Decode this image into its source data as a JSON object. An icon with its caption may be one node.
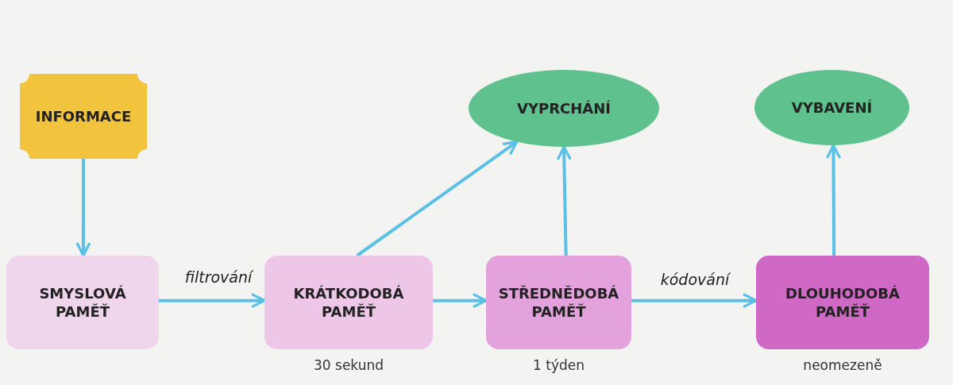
{
  "diagram": {
    "nodes": [
      {
        "text": [
          "INFORMACE"
        ]
      },
      {
        "text": [
          "SMYSLOVÁ PAMĚŤ"
        ]
      },
      {
        "text": [
          "KRÁTKODOBÁ PAMĚŤ"
        ],
        "beside": [
          "30 sekund"
        ]
      },
      {
        "text": [
          "STŘEDNĚDOBÁ PAMĚŤ"
        ],
        "beside": [
          "1 týden"
        ]
      },
      {
        "text": [
          "DLOUHODOBÁ PAMĚŤ"
        ],
        "beside": [
          "neomezeně"
        ]
      },
      {
        "text": [
          "VYPRCHÁNÍ"
        ]
      },
      {
        "text": [
          "VYBAVENÍ"
        ]
      }
    ],
    "edges": [
      {
        "from": 0,
        "to": 1,
        "arrow": "to"
      },
      {
        "from": 1,
        "to": 2,
        "arrow": "to",
        "label": "filtrování"
      },
      {
        "from": 2,
        "to": 3,
        "arrow": "to"
      },
      {
        "from": 3,
        "to": 4,
        "arrow": "to",
        "label": "kódování"
      },
      {
        "from": 2,
        "to": 5,
        "arrow": "to"
      },
      {
        "from": 3,
        "to": 5,
        "arrow": "to"
      },
      {
        "from": 4,
        "to": 6,
        "arrow": "to"
      }
    ]
  }
}
